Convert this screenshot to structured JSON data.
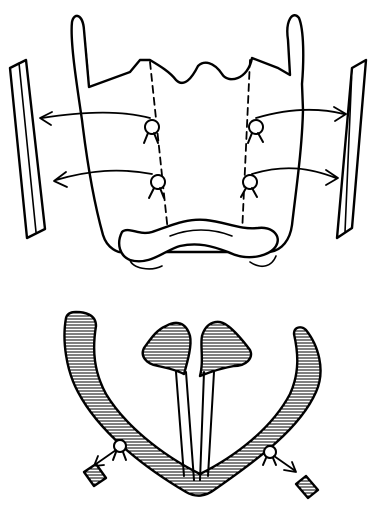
{
  "figure": {
    "ink_color": "#000000",
    "paper_color": "#ffffff",
    "hatch_color": "#000000",
    "top_panel": {
      "parts": [
        "thyroid-cartilage",
        "cricoid-cartilage",
        "left-implant-plate",
        "right-implant-plate",
        "suture-loops",
        "incision-lines",
        "displacement-arrows"
      ],
      "suture_count": 4,
      "arrow_count": 4
    },
    "bottom_panel": {
      "parts": [
        "hatched-mandible-arch",
        "arytenoid-cartilages",
        "vertical-cords",
        "suture-loops",
        "displacement-arrows",
        "small-implant-blocks"
      ],
      "suture_count": 2,
      "arrow_count": 2
    }
  }
}
